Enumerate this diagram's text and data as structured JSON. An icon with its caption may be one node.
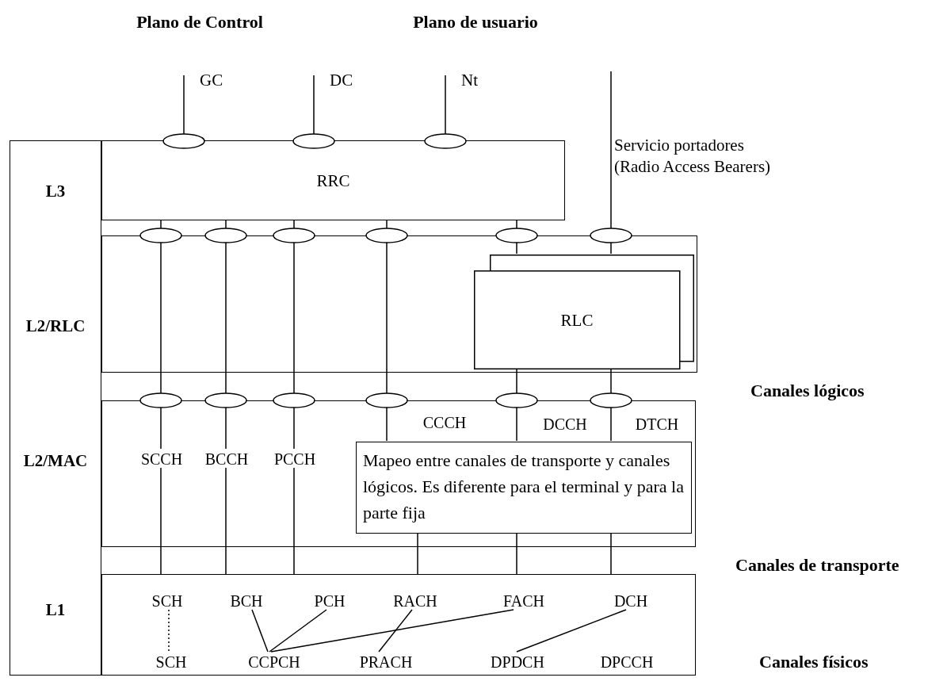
{
  "diagram": {
    "nodes": [
      {
        "text": [
          "L3",
          "L2/RLC",
          "L2/MAC",
          "L1"
        ]
      },
      {
        "text": [
          "RRC"
        ]
      },
      {
        "text": [],
        "shape": "box"
      },
      {
        "text": [
          "RLC"
        ],
        "in": 2
      },
      {
        "text": [],
        "shape": "box"
      },
      {
        "text": [
          "SCCH"
        ],
        "in": 4
      },
      {
        "text": [
          "BCCH"
        ],
        "in": 4
      },
      {
        "text": [
          "PCCH"
        ],
        "in": 4
      },
      {
        "text": [
          "CCCH"
        ],
        "in": 4
      },
      {
        "text": [
          "DCCH"
        ],
        "in": 4
      },
      {
        "text": [
          "DTCH"
        ],
        "in": 4
      },
      {
        "text": [
          "Mapeo entre canales de transporte y canales lógicos. Es diferente para el terminal y para la parte fija"
        ],
        "in": 4
      },
      {
        "text": [],
        "shape": "box"
      },
      {
        "text": [
          "SCH"
        ],
        "in": 12
      },
      {
        "text": [
          "BCH"
        ],
        "in": 12
      },
      {
        "text": [
          "PCH"
        ],
        "in": 12
      },
      {
        "text": [
          "RACH"
        ],
        "in": 12
      },
      {
        "text": [
          "FACH"
        ],
        "in": 12
      },
      {
        "text": [
          "DCH"
        ],
        "in": 12
      },
      {
        "text": [
          "SCH"
        ],
        "in": 12
      },
      {
        "text": [
          "CCPCH"
        ],
        "in": 12
      },
      {
        "text": [
          "PRACH"
        ],
        "in": 12
      },
      {
        "text": [
          "DPDCH"
        ],
        "in": 12
      },
      {
        "text": [
          "DPCCH"
        ],
        "in": 12
      }
    ],
    "edges": [
      {
        "from": null,
        "to": 1,
        "arrow": "none",
        "label": "GC"
      },
      {
        "from": null,
        "to": 1,
        "arrow": "none",
        "label": "DC"
      },
      {
        "from": null,
        "to": 1,
        "arrow": "none",
        "label": "Nt"
      },
      {
        "from": null,
        "to": 3,
        "arrow": "none"
      },
      {
        "from": 1,
        "to": 5,
        "arrow": "none"
      },
      {
        "from": 1,
        "to": 6,
        "arrow": "none"
      },
      {
        "from": 1,
        "to": 7,
        "arrow": "none"
      },
      {
        "from": 1,
        "to": 11,
        "arrow": "none"
      },
      {
        "from": 1,
        "to": 3,
        "arrow": "none"
      },
      {
        "from": 3,
        "to": 11,
        "arrow": "none"
      },
      {
        "from": 3,
        "to": 11,
        "arrow": "none"
      },
      {
        "from": 5,
        "to": 12,
        "arrow": "none"
      },
      {
        "from": 6,
        "to": 12,
        "arrow": "none"
      },
      {
        "from": 7,
        "to": 12,
        "arrow": "none"
      },
      {
        "from": 11,
        "to": 12,
        "arrow": "none"
      },
      {
        "from": 11,
        "to": 12,
        "arrow": "none"
      },
      {
        "from": 11,
        "to": 12,
        "arrow": "none"
      },
      {
        "from": 13,
        "to": 19,
        "arrow": "none",
        "style": "dashed"
      },
      {
        "from": 14,
        "to": 20,
        "arrow": "none"
      },
      {
        "from": 15,
        "to": 20,
        "arrow": "none"
      },
      {
        "from": 17,
        "to": 20,
        "arrow": "none"
      },
      {
        "from": 16,
        "to": 21,
        "arrow": "none"
      },
      {
        "from": 18,
        "to": 22,
        "arrow": "none"
      }
    ],
    "labels": [
      "Plano de Control",
      "Plano de usuario",
      "Servicio portadores (Radio Access Bearers)",
      "Canales lógicos",
      "Canales de transporte",
      "Canales físicos"
    ]
  }
}
